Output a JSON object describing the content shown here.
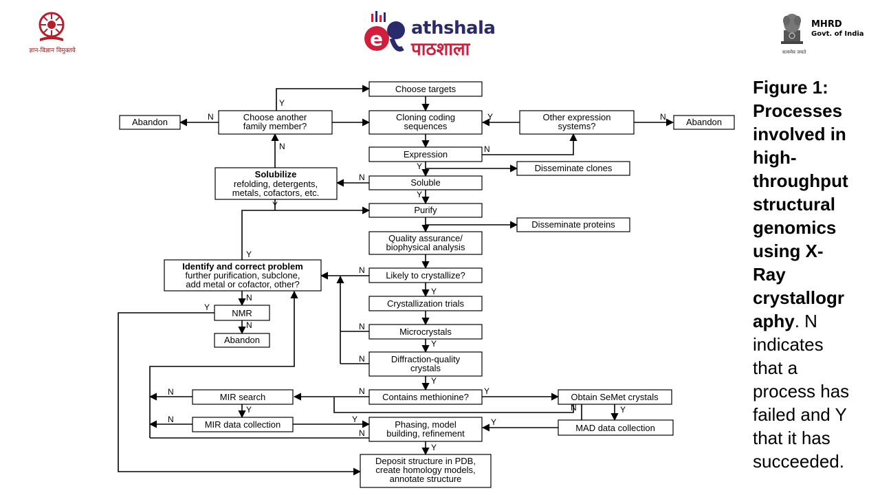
{
  "header": {
    "left_logo_caption": "ज्ञान-विज्ञान विमुक्तये",
    "brand_en": "athshala",
    "brand_hi": "पाठशाला",
    "right_title": "MHRD",
    "right_subtitle": "Govt. of India",
    "right_motto": "सत्यमेव जयते"
  },
  "colors": {
    "brand_blue": "#2b2b6b",
    "brand_red": "#d01f3c",
    "seal_red": "#b51f2a"
  },
  "flowchart": {
    "choose_targets": "Choose targets",
    "cloning": [
      "Cloning coding",
      "sequences"
    ],
    "choose_another": [
      "Choose another",
      "family member?"
    ],
    "abandon": "Abandon",
    "other_expression": [
      "Other expression",
      "systems?"
    ],
    "expression": "Expression",
    "disseminate_clones": "Disseminate clones",
    "solubilize": [
      "Solubilize",
      "refolding, detergents,",
      "metals, cofactors, etc."
    ],
    "soluble": "Soluble",
    "purify": "Purify",
    "disseminate_proteins": "Disseminate proteins",
    "quality": [
      "Quality assurance/",
      "biophysical analysis"
    ],
    "identify": [
      "Identify and correct problem",
      "further purification, subclone,",
      "add metal or cofactor, other?"
    ],
    "likely": "Likely to crystallize?",
    "trials": "Crystallization trials",
    "nmr": "NMR",
    "microcrystals": "Microcrystals",
    "diffraction": [
      "Diffraction-quality",
      "crystals"
    ],
    "mir_search": "MIR search",
    "contains_met": "Contains methionine?",
    "obtain_semet": "Obtain SeMet crystals",
    "mir_data": "MIR data collection",
    "phasing": [
      "Phasing, model",
      "building, refinement"
    ],
    "mad_data": "MAD data collection",
    "deposit": [
      "Deposit structure in PDB,",
      "create homology models,",
      "annotate structure"
    ],
    "yes": "Y",
    "no": "N"
  },
  "caption": {
    "bold_part": "Figure 1: Processes involved in high-throughput structural genomics using X-Ray crystallography",
    "lines_bold": [
      "Figure 1:",
      "Processes",
      "involved in",
      "high-",
      "throughput",
      "structural",
      "genomics",
      "using X-",
      "Ray",
      "crystallogr",
      "aphy"
    ],
    "tail_first": ". N",
    "lines_regular": [
      "indicates",
      "that a",
      "process has",
      "failed and Y",
      "that it has",
      "succeeded."
    ]
  }
}
